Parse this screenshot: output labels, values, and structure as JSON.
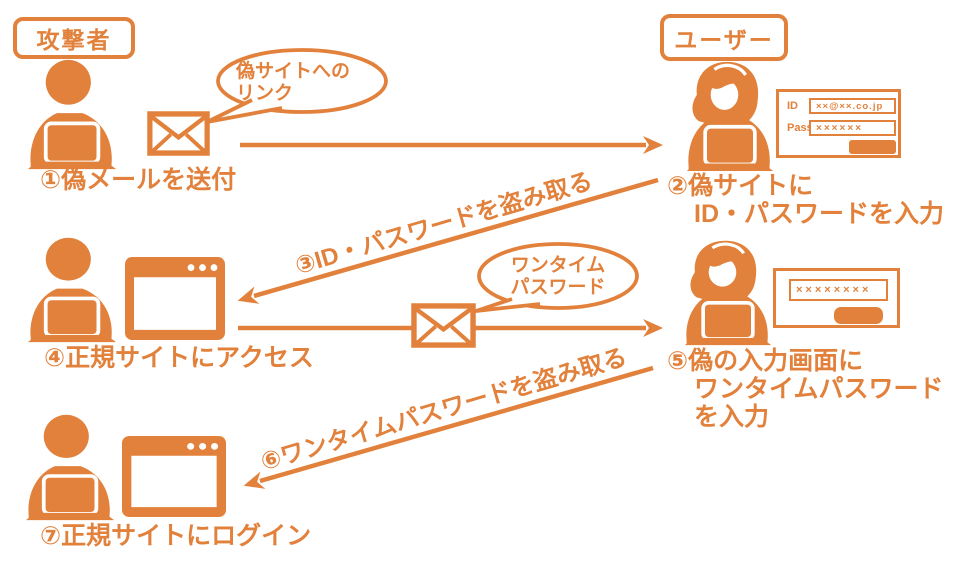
{
  "colors": {
    "accent": "#E2813B",
    "background": "#FFFFFF"
  },
  "labels": {
    "attacker": "攻撃者",
    "user": "ユーザー"
  },
  "bubbles": {
    "fake_link": {
      "line1": "偽サイトへの",
      "line2": "リンク"
    },
    "otp": {
      "line1": "ワンタイム",
      "line2": "パスワード"
    }
  },
  "steps": {
    "s1": "①偽メールを送付",
    "s2a": "②偽サイトに",
    "s2b": "ID・パスワードを入力",
    "s3": "③ID・パスワードを盗み取る",
    "s4": "④正規サイトにアクセス",
    "s5a": "⑤偽の入力画面に",
    "s5b": "ワンタイムパスワード",
    "s5c": "を入力",
    "s6": "⑥ワンタイムパスワードを盗み取る",
    "s7": "⑦正規サイトにログイン"
  },
  "forms": {
    "login": {
      "id_label": "ID",
      "id_value": "××@××.co.jp",
      "pass_label": "Pass",
      "pass_value": "××××××"
    },
    "otp_input": {
      "value": "××××××××"
    }
  },
  "icons": {
    "attacker_person": "person-at-laptop-icon",
    "user_person": "woman-at-laptop-icon",
    "mail": "envelope-icon",
    "browser": "browser-window-icon",
    "bubble": "speech-bubble",
    "arrow": "flow-arrow"
  }
}
